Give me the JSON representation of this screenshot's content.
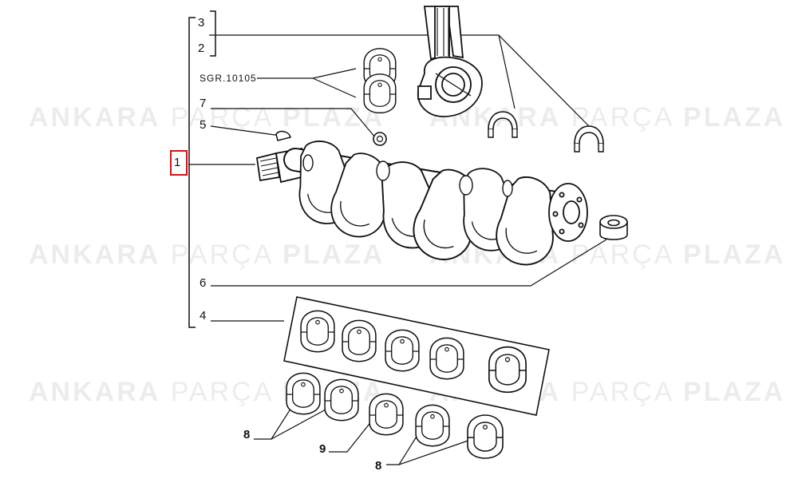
{
  "watermark": {
    "word1": "ANKARA",
    "word2": "PARÇA",
    "word3": "PLAZA",
    "accent_color": "#d01515"
  },
  "callouts": {
    "c3": "3",
    "c2": "2",
    "sgr": "SGR.10105",
    "c7": "7",
    "c5": "5",
    "c1": "1",
    "c6": "6",
    "c4": "4",
    "c8a": "8",
    "c9": "9",
    "c8b": "8"
  },
  "highlight_color": "#d01515"
}
